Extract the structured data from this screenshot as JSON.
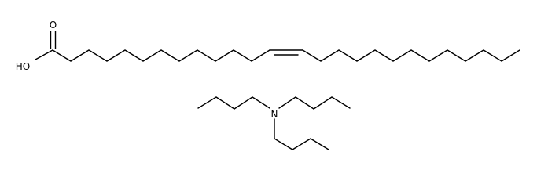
{
  "molecule_1": {
    "atoms": {
      "carbonyl_oxygen": "O",
      "hydroxyl": "HO"
    }
  },
  "molecule_2": {
    "atoms": {
      "nitrogen": "N"
    }
  },
  "colors": {
    "bond": "#000000",
    "background": "#ffffff"
  }
}
